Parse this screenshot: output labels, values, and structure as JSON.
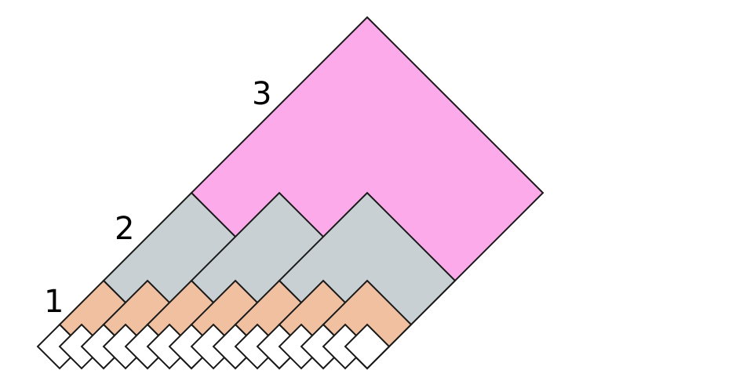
{
  "diagram": {
    "levels": [
      {
        "label": "1",
        "color": "#f0c0a0"
      },
      {
        "label": "2",
        "color": "#c8d0d3"
      },
      {
        "label": "3",
        "color": "#fcaaea"
      }
    ],
    "base_color": "#ffffff",
    "stroke_color": "#1a1a1a"
  }
}
